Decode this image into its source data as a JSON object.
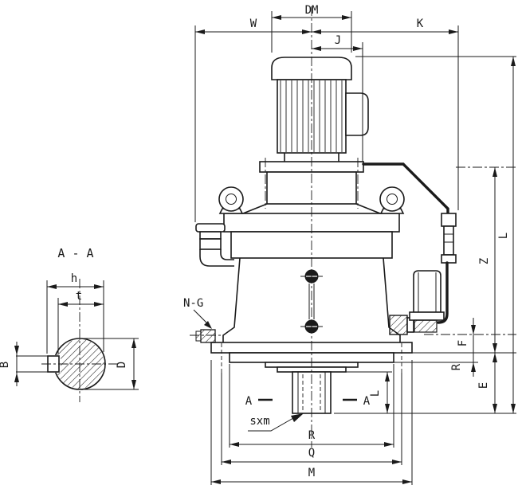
{
  "drawing": {
    "background": "#ffffff",
    "line_color": "#1a1a1a",
    "section_view": {
      "title": "A - A",
      "dim_h": "h",
      "dim_t": "t",
      "dim_b": "B",
      "dim_d": "D"
    },
    "main_view": {
      "dim_dm": "DM",
      "dim_w": "W",
      "dim_k": "K",
      "dim_j": "J",
      "dim_l_overall": "L",
      "dim_z": "Z",
      "dim_e": "E",
      "dim_f": "F",
      "dim_r_flange": "R",
      "dim_l_shaft": "L",
      "dim_r_spigot": "R",
      "dim_q_boltcircle": "Q",
      "dim_m_flange": "M",
      "label_ng_port": "N-G",
      "label_shaft_tap": "sxm",
      "section_cut_left": "A",
      "section_cut_right": "A"
    }
  }
}
